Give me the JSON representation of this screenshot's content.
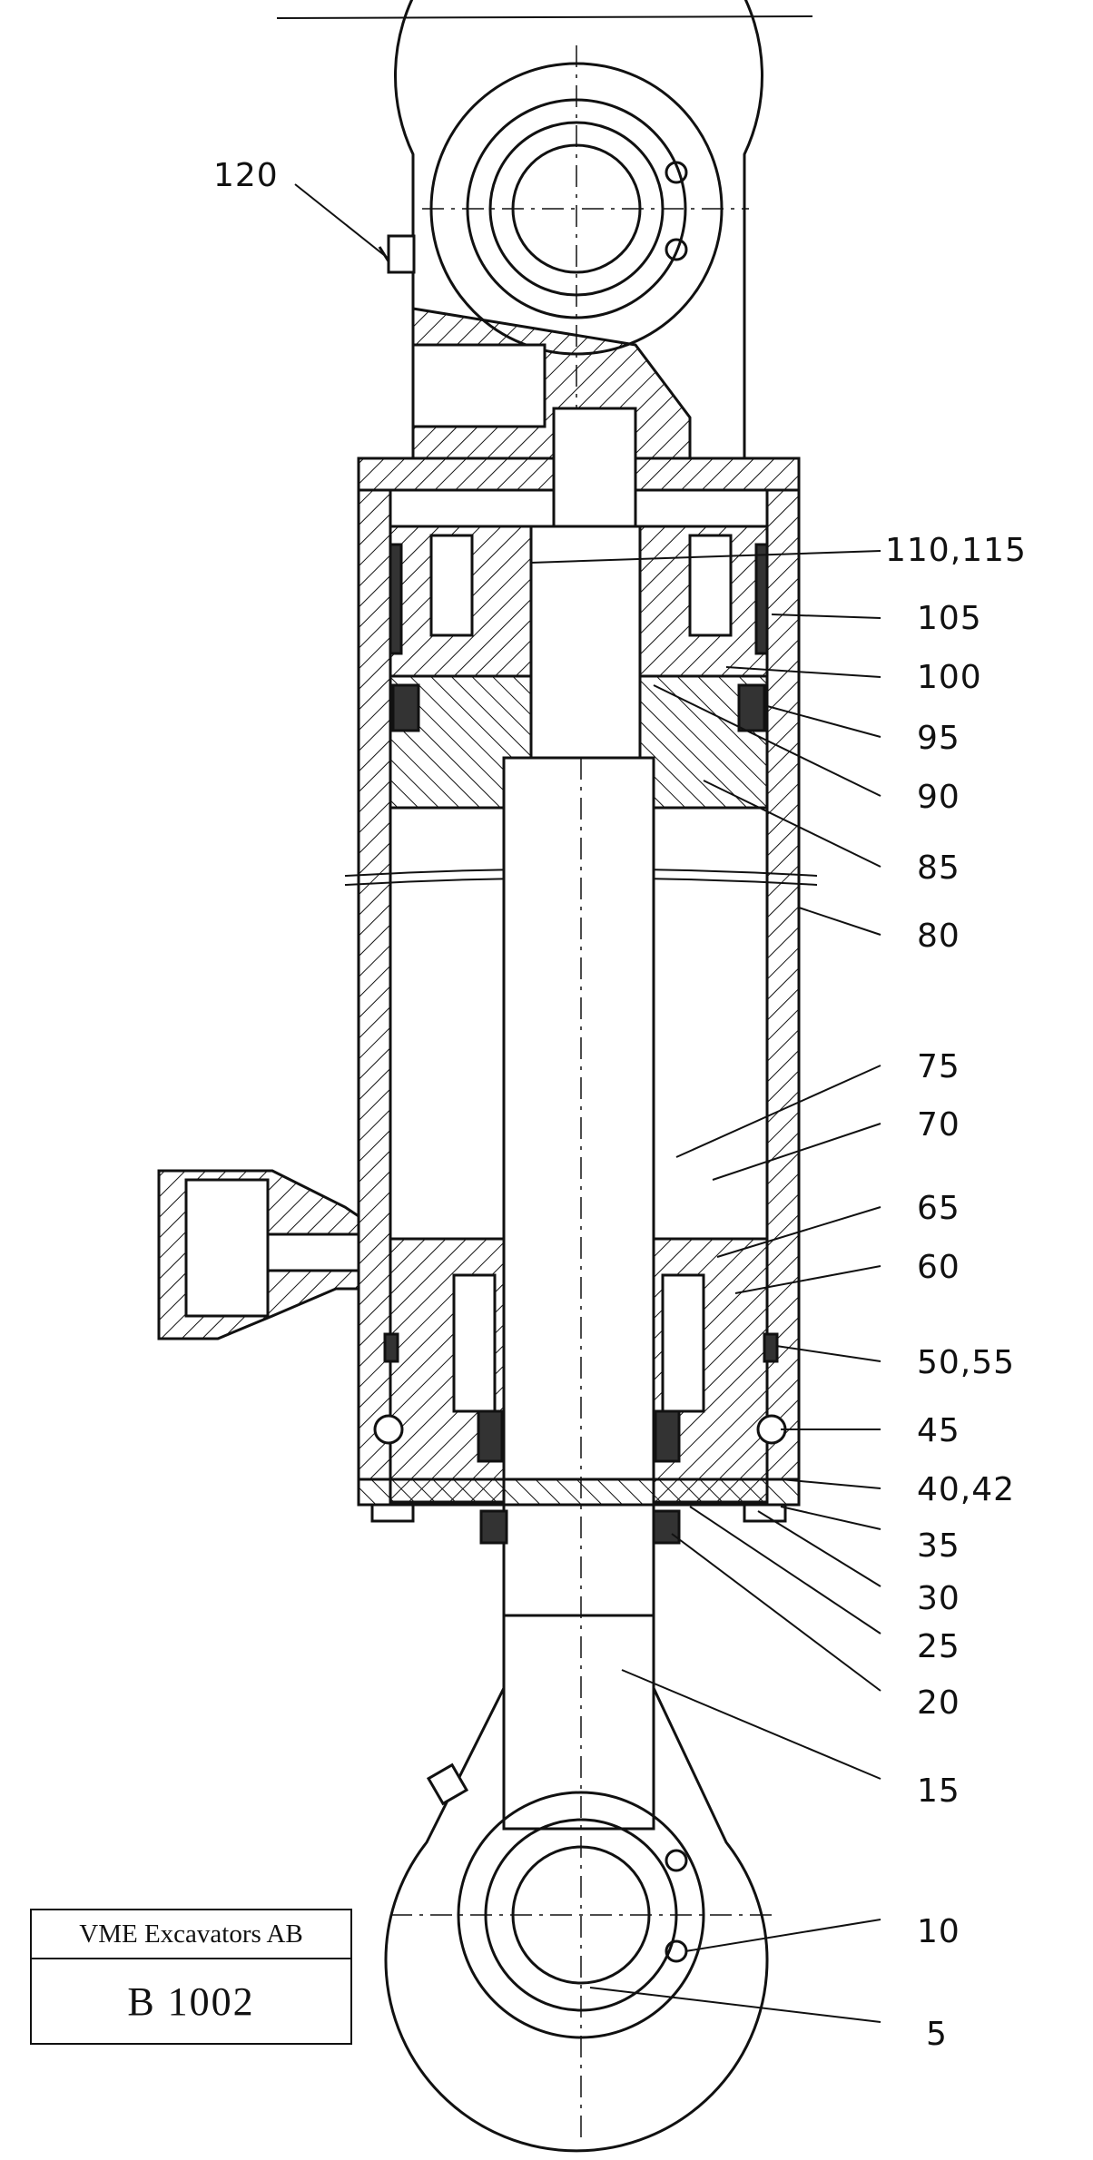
{
  "part_labels": [
    "120",
    "110,115",
    "105",
    "100",
    "95",
    "90",
    "85",
    "80",
    "75",
    "70",
    "65",
    "60",
    "50,55",
    "45",
    "40,42",
    "35",
    "30",
    "25",
    "20",
    "15",
    "10",
    "5"
  ],
  "title_block": {
    "company": "VME Excavators AB",
    "code": "B 1002"
  }
}
